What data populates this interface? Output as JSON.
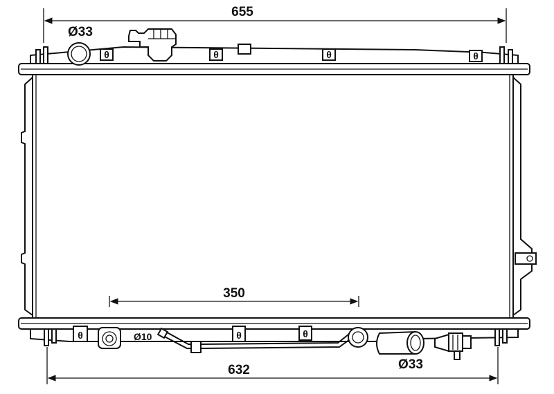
{
  "dimensions": {
    "overall_width": "655",
    "inner_width": "632",
    "hose_span": "350"
  },
  "callouts": {
    "top_inlet_diameter": "Ø33",
    "bottom_outlet_diameter": "Ø33",
    "small_pipe_diameter": "Ø10"
  },
  "colors": {
    "line": "#111111",
    "background": "#ffffff"
  }
}
